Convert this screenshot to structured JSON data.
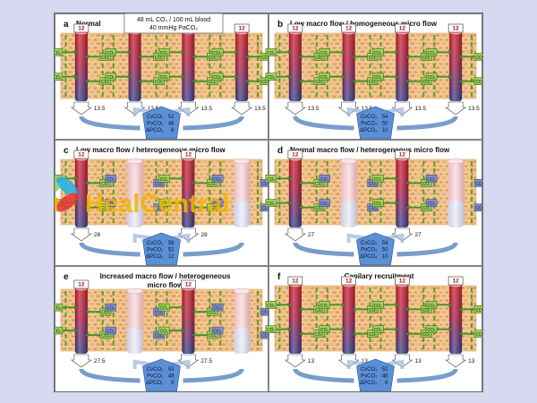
{
  "figure": {
    "header_note": {
      "line1": "48 mL CO₂ / 100 mL blood",
      "line2": "40 mmHg PaCO₂"
    }
  },
  "watermark": {
    "text": "HealCentral"
  },
  "panels": [
    {
      "letter": "a",
      "title_lines": [
        "Normal"
      ],
      "title_align": "left",
      "top_values": [
        "12",
        "12",
        "12",
        "12"
      ],
      "bottom_values": [
        "13.5",
        "13.5",
        "13.5",
        "13.5"
      ],
      "vessels": [
        "open",
        "open",
        "open",
        "open"
      ],
      "cvco2_label": "CvCO₂",
      "cvco2": "52",
      "pvco2_label": "PvCO₂",
      "pvco2": "46",
      "apco2_label": "ΔPCO₂",
      "apco2": "6",
      "cell_label": "CO₂"
    },
    {
      "letter": "b",
      "title_lines": [
        "Low macro flow / homogeneous micro flow"
      ],
      "title_align": "left",
      "top_values": [
        "12",
        "12",
        "12",
        "12"
      ],
      "bottom_values": [
        "13.5",
        "13.5",
        "13.5",
        "13.5"
      ],
      "vessels": [
        "open",
        "open",
        "open",
        "open"
      ],
      "cvco2_label": "CvCO₂",
      "cvco2": "54",
      "pvco2_label": "PvCO₂",
      "pvco2": "50",
      "apco2_label": "ΔPCO₂",
      "apco2": "10",
      "cell_label": "CO₂"
    },
    {
      "letter": "c",
      "title_lines": [
        "Low macro flow / heterogeneous micro flow"
      ],
      "title_align": "left",
      "top_values": [
        "12",
        "",
        "12",
        ""
      ],
      "bottom_values": [
        "28",
        "",
        "28",
        ""
      ],
      "vessels": [
        "open",
        "ghost",
        "open",
        "ghost"
      ],
      "cvco2_label": "CvCO₂",
      "cvco2": "56",
      "pvco2_label": "PvCO₂",
      "pvco2": "52",
      "apco2_label": "ΔPCO₂",
      "apco2": "12",
      "cell_label": "CO₂"
    },
    {
      "letter": "d",
      "title_lines": [
        "Normal macro flow / heterogeneous micro flow"
      ],
      "title_align": "left",
      "top_values": [
        "12",
        "",
        "12",
        ""
      ],
      "bottom_values": [
        "27",
        "",
        "27",
        ""
      ],
      "vessels": [
        "open",
        "ghost",
        "open",
        "ghost"
      ],
      "cvco2_label": "CvCO₂",
      "cvco2": "54",
      "pvco2_label": "PvCO₂",
      "pvco2": "50",
      "apco2_label": "ΔPCO₂",
      "apco2": "10",
      "cell_label": "CO₂"
    },
    {
      "letter": "e",
      "title_lines": [
        "Increased macro flow / heterogeneous",
        "micro flow"
      ],
      "title_align": "center",
      "top_values": [
        "12",
        "",
        "12",
        ""
      ],
      "bottom_values": [
        "27.5",
        "",
        "27.5",
        ""
      ],
      "vessels": [
        "open",
        "ghost",
        "open",
        "ghost"
      ],
      "cvco2_label": "CvCO₂",
      "cvco2": "53",
      "pvco2_label": "PvCO₂",
      "pvco2": "48",
      "apco2_label": "ΔPCO₂",
      "apco2": "8",
      "cell_label": "CO₂"
    },
    {
      "letter": "f",
      "title_lines": [
        "Capilary recruitment"
      ],
      "title_align": "center",
      "top_values": [
        "12",
        "12",
        "12",
        "12"
      ],
      "bottom_values": [
        "13",
        "13",
        "13",
        "13"
      ],
      "vessels": [
        "open",
        "open",
        "open",
        "open"
      ],
      "cvco2_label": "CvCO₂",
      "cvco2": "52",
      "pvco2_label": "PvCO₂",
      "pvco2": "46",
      "apco2_label": "ΔPCO₂",
      "apco2": "6",
      "cell_label": "CO₂"
    }
  ]
}
